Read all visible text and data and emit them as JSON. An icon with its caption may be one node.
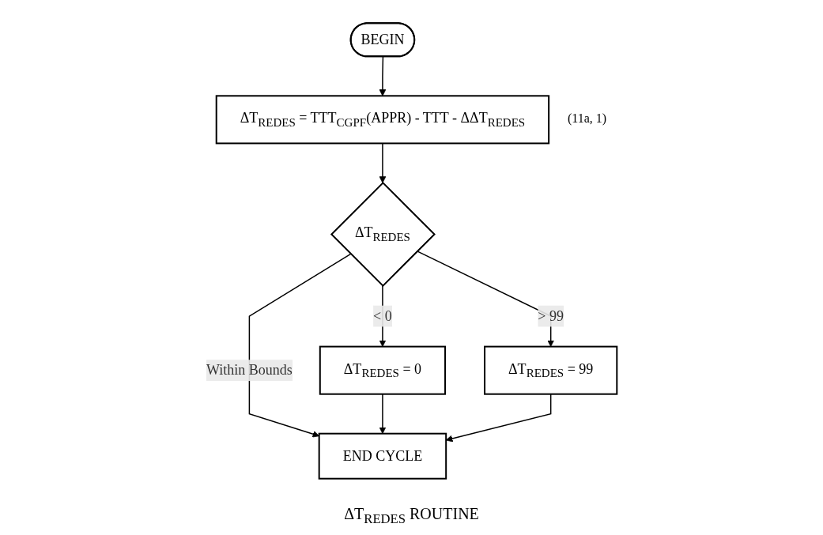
{
  "diagram": {
    "caption": "ΔT$_{REDES}$ ROUTINE",
    "nodes": [
      {
        "text": [
          "BEGIN"
        ]
      },
      {
        "text": [
          "ΔT$_{REDES}$ = TTT$_{CGPF}$(APPR) - TTT - ΔΔT$_{REDES}$"
        ],
        "beside": [
          "(11a, 1)"
        ]
      },
      {
        "text": [
          "ΔT$_{REDES}$"
        ]
      },
      {
        "text": [
          "ΔT$_{REDES}$ = 0"
        ]
      },
      {
        "text": [
          "ΔT$_{REDES}$ = 99"
        ]
      },
      {
        "text": [
          "END CYCLE"
        ]
      }
    ],
    "edges": [
      {
        "from": 0,
        "to": 1,
        "arrow": "to"
      },
      {
        "from": 1,
        "to": 2,
        "arrow": "to"
      },
      {
        "from": 2,
        "to": 3,
        "arrow": "to",
        "label": "< 0"
      },
      {
        "from": 2,
        "to": 5,
        "arrow": "to",
        "label": "Within Bounds"
      },
      {
        "from": 2,
        "to": 4,
        "arrow": "to",
        "label": "> 99"
      },
      {
        "from": 3,
        "to": 5,
        "arrow": "to"
      },
      {
        "from": 4,
        "to": 5,
        "arrow": "to"
      }
    ]
  }
}
